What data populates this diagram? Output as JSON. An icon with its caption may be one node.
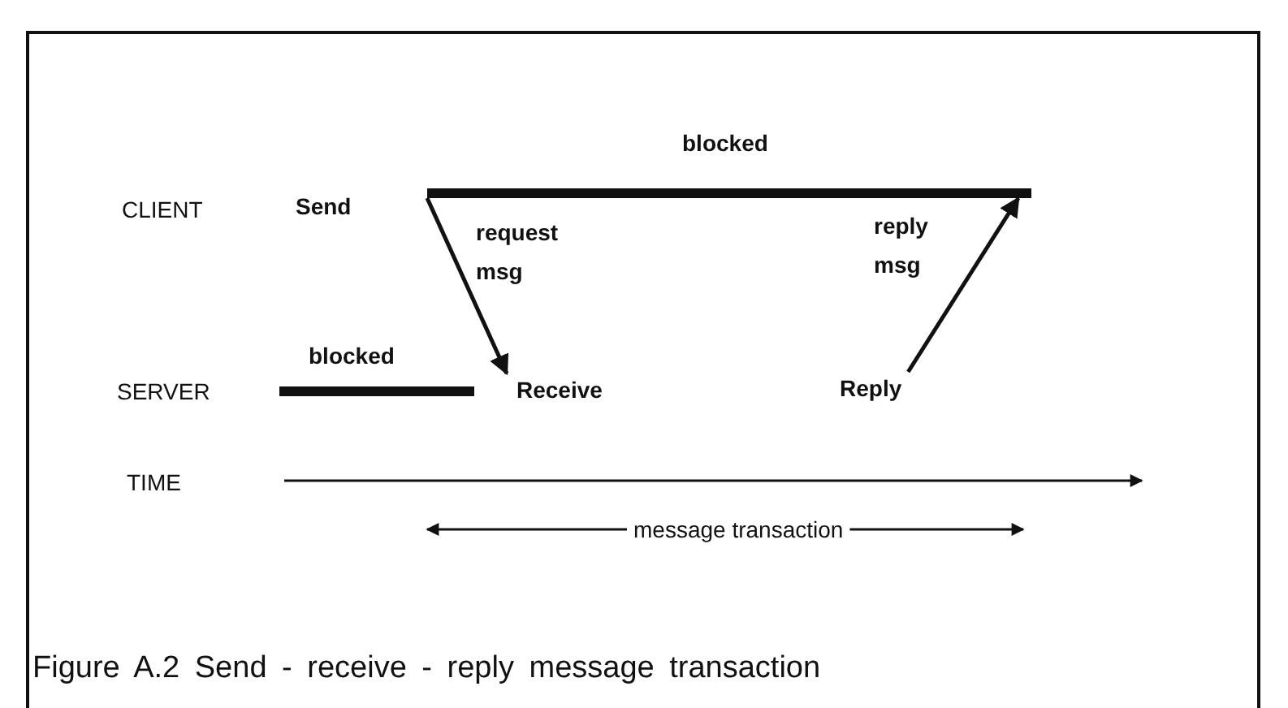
{
  "diagram": {
    "caption": "Figure A.2 Send - receive - reply message transaction",
    "nodes": [
      {
        "text": [
          "Send"
        ]
      },
      {
        "text": [],
        "shape": "bar",
        "beside": [
          "blocked"
        ]
      },
      {
        "text": [],
        "shape": "bar",
        "beside": [
          "blocked"
        ]
      },
      {
        "text": [
          "Receive"
        ]
      },
      {
        "text": [
          "Reply"
        ]
      }
    ],
    "edges": [
      {
        "from": 1,
        "to": 3,
        "arrow": "to",
        "label": "request msg"
      },
      {
        "from": 4,
        "to": 1,
        "arrow": "to",
        "label": "reply msg"
      }
    ],
    "labels": [
      "CLIENT",
      "SERVER",
      "TIME",
      "message transaction"
    ]
  }
}
